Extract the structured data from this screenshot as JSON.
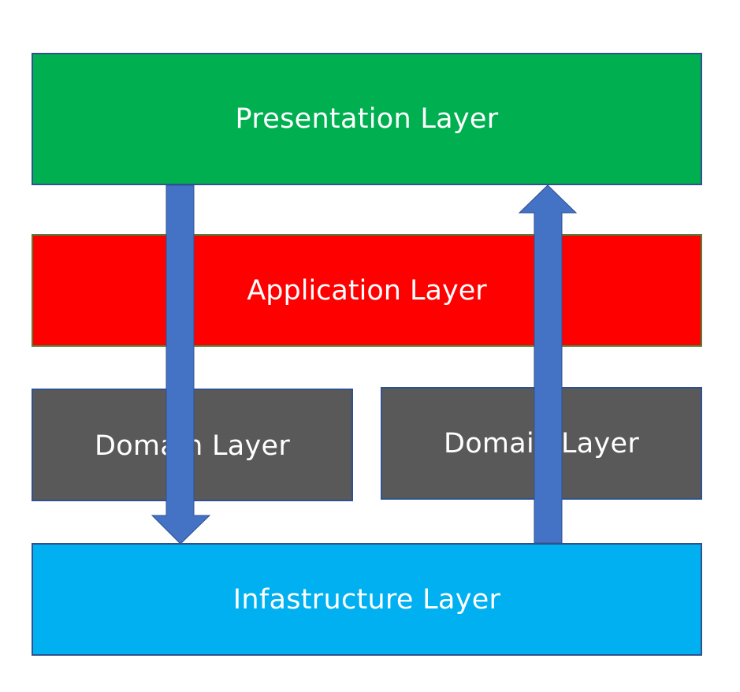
{
  "layers": {
    "presentation": {
      "label": "Presentation Layer",
      "color": "#00b050"
    },
    "application": {
      "label": "Application Layer",
      "color": "#ff0000"
    },
    "domain_left": {
      "label": "Domain Layer",
      "color": "#595959"
    },
    "domain_right": {
      "label": "Domain Layer",
      "color": "#595959"
    },
    "infrastructure": {
      "label": "Infastructure Layer",
      "color": "#00b0f0"
    }
  },
  "arrows": {
    "color": "#4472c4",
    "down": {
      "from": "presentation",
      "to": "infrastructure",
      "direction": "down"
    },
    "up": {
      "from": "infrastructure",
      "to": "presentation",
      "direction": "up"
    }
  }
}
